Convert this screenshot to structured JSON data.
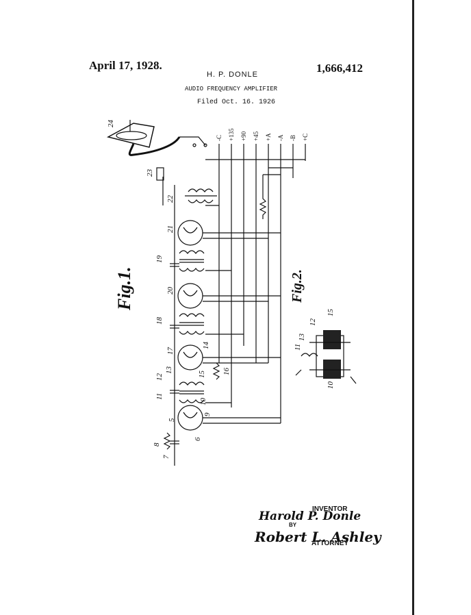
{
  "header": {
    "date": "April 17, 1928.",
    "patent_number": "1,666,412",
    "inventor_name": "H. P. DONLE",
    "title": "AUDIO FREQUENCY AMPLIFIER",
    "filed": "Filed Oct. 16. 1926"
  },
  "figure1": {
    "label": "Fig.1.",
    "terminals": [
      "-C",
      "+135",
      "+90",
      "+45",
      "+A",
      "-A",
      "-B",
      "+C"
    ],
    "reference_numerals": [
      "24",
      "23",
      "22",
      "21",
      "19",
      "20",
      "18",
      "17",
      "14",
      "13",
      "12",
      "15",
      "16",
      "11",
      "10",
      "9",
      "5",
      "8",
      "7",
      "6"
    ]
  },
  "figure2": {
    "label": "Fig.2.",
    "reference_numerals": [
      "12",
      "15",
      "11",
      "13",
      "10"
    ]
  },
  "signature_block": {
    "inventor_label": "INVENTOR",
    "inventor_signature": "Harold P. Donle",
    "by_label": "BY",
    "attorney_signature": "Robert L. Ashley",
    "attorney_label": "ATTORNEY"
  }
}
